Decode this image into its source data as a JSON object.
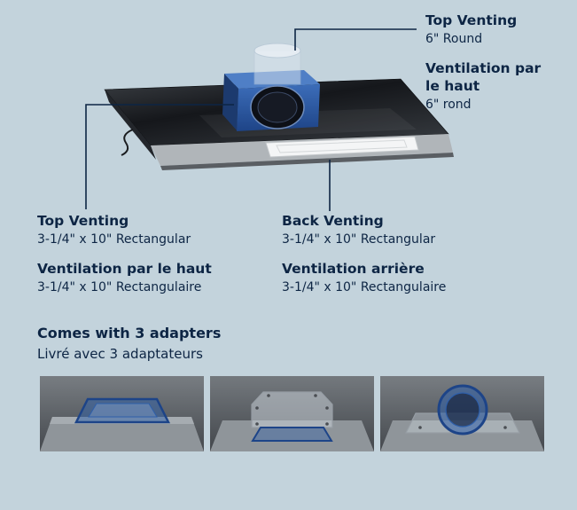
{
  "colors": {
    "background": "#c3d3dc",
    "text_navy": "#0d2544",
    "adapter_blue": "#2a5aa8",
    "callout_line": "#0d2544"
  },
  "callout_top_round": {
    "title_en": "Top Venting",
    "spec_en": "6\" Round",
    "title_fr": "Ventilation par le haut",
    "spec_fr": "6\" rond"
  },
  "callout_top_rect": {
    "title_en": "Top Venting",
    "spec_en": "3-1/4\" x 10\" Rectangular",
    "title_fr": "Ventilation par le haut",
    "spec_fr": "3-1/4\" x 10\" Rectangulaire"
  },
  "callout_back_rect": {
    "title_en": "Back Venting",
    "spec_en": "3-1/4\" x 10\" Rectangular",
    "title_fr": "Ventilation arrière",
    "spec_fr": "3-1/4\" x 10\" Rectangulaire"
  },
  "adapters_section": {
    "heading_en": "Comes with 3 adapters",
    "heading_fr": "Livré avec 3 adaptateurs",
    "items": [
      {
        "name": "rectangular-top-vent-adapter"
      },
      {
        "name": "rectangular-back-vent-adapter"
      },
      {
        "name": "round-top-vent-adapter"
      }
    ]
  }
}
